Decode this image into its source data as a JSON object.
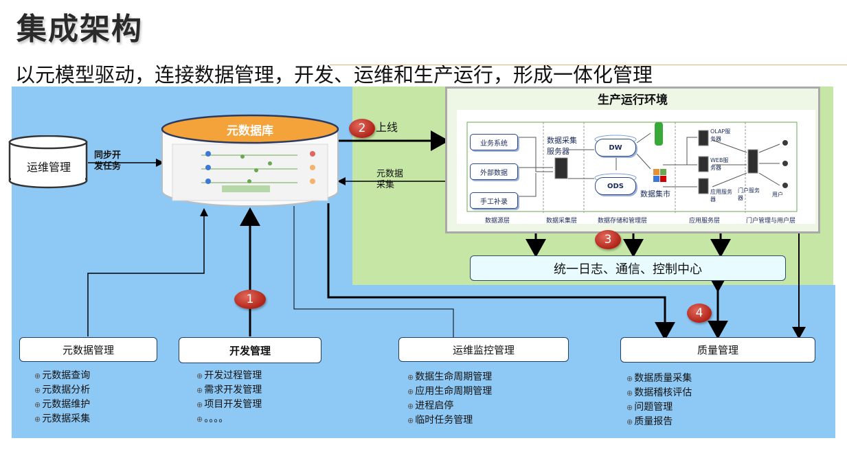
{
  "title": "集成架构",
  "subtitle": "以元模型驱动，连接数据管理，开发、运维和生产运行，形成一体化管理",
  "left_db": {
    "label": "运维管理",
    "sync_label": "同步开发任务"
  },
  "metadb": {
    "title": "元数据库"
  },
  "arrows": {
    "online": "上线",
    "collect": "元数据采集"
  },
  "numbers": [
    "1",
    "2",
    "3",
    "4"
  ],
  "production": {
    "title": "生产运行环境",
    "sources": [
      "业务系统",
      "外部数据",
      "手工补录"
    ],
    "collector": "数据采集服务器",
    "dw": "DW",
    "ods": "ODS",
    "mart": "数据集市",
    "servers": [
      "OLAP服务器",
      "WEB服务器",
      "应用服务器"
    ],
    "portal": "门户服务器",
    "user": "用户",
    "layers": [
      "数据源层",
      "数据采集层",
      "数据存储和管理层",
      "应用服务层",
      "门户管理与用户层"
    ]
  },
  "center": {
    "label": "统一日志、通信、控制中心"
  },
  "modules": [
    {
      "title": "元数据管理",
      "items": [
        "元数据查询",
        "元数据分析",
        "元数据维护",
        "元数据采集"
      ]
    },
    {
      "title": "开发管理",
      "items": [
        "开发过程管理",
        "需求开发管理",
        "项目开发管理",
        "。。。。"
      ]
    },
    {
      "title": "运维监控管理",
      "items": [
        "数据生命周期管理",
        "应用生命周期管理",
        "进程启停",
        "临时任务管理"
      ]
    },
    {
      "title": "质量管理",
      "items": [
        "数据质量采集",
        "数据稽核评估",
        "问题管理",
        "质量报告"
      ]
    }
  ],
  "colors": {
    "blue_panel": "#8ec9f5",
    "green_panel": "#c5e6a4",
    "orange": "#f4a23a",
    "badge": "#b02318"
  },
  "bullet": "⊕"
}
